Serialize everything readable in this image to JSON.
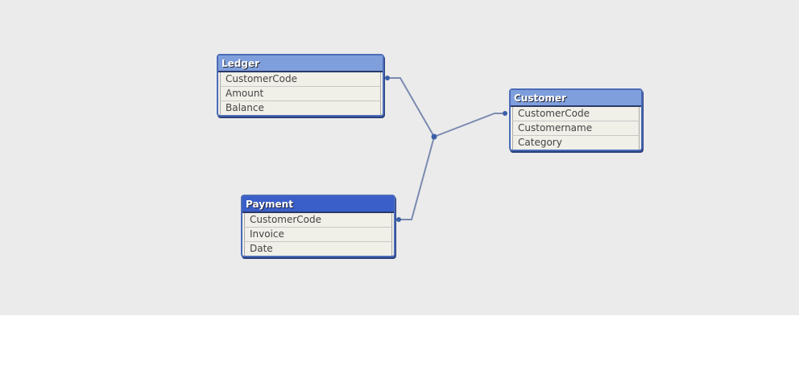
{
  "tables": [
    {
      "name": "Ledger",
      "fields": [
        "CustomerCode",
        "Amount",
        "Balance"
      ]
    },
    {
      "name": "Customer",
      "fields": [
        "CustomerCode",
        "Customername",
        "Category"
      ]
    },
    {
      "name": "Payment",
      "fields": [
        "CustomerCode",
        "Invoice",
        "Date"
      ]
    }
  ],
  "colors": {
    "header": "#7f9fdc",
    "selected_header": "#3a5fc8",
    "link": "#7a8ab0"
  }
}
